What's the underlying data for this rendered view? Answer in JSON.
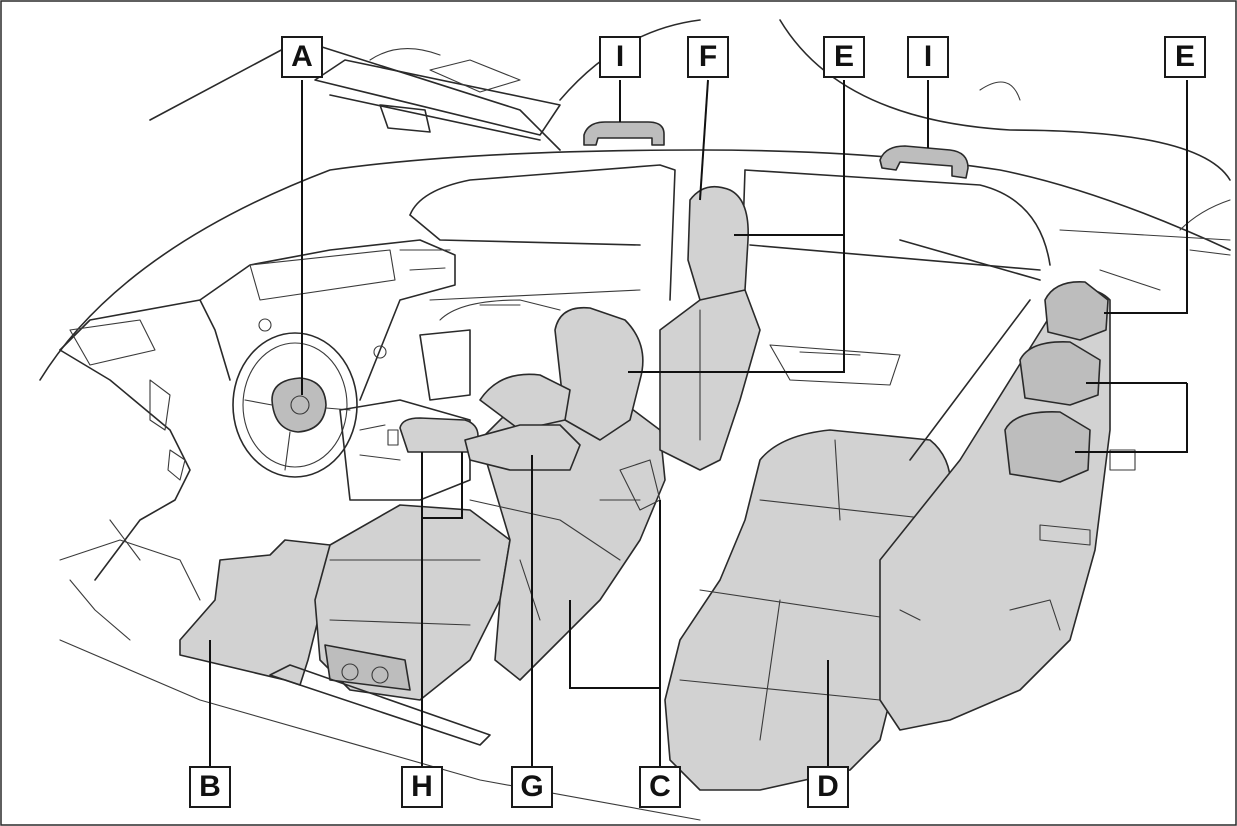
{
  "figure": {
    "labels": {
      "a": "A",
      "b": "B",
      "c": "C",
      "d": "D",
      "e1": "E",
      "e2": "E",
      "f": "F",
      "g": "G",
      "h": "H",
      "i1": "I",
      "i2": "I"
    },
    "colors": {
      "line": "#2a2a2a",
      "highlight_fill": "#d2d2d2",
      "background": "#ffffff"
    }
  }
}
